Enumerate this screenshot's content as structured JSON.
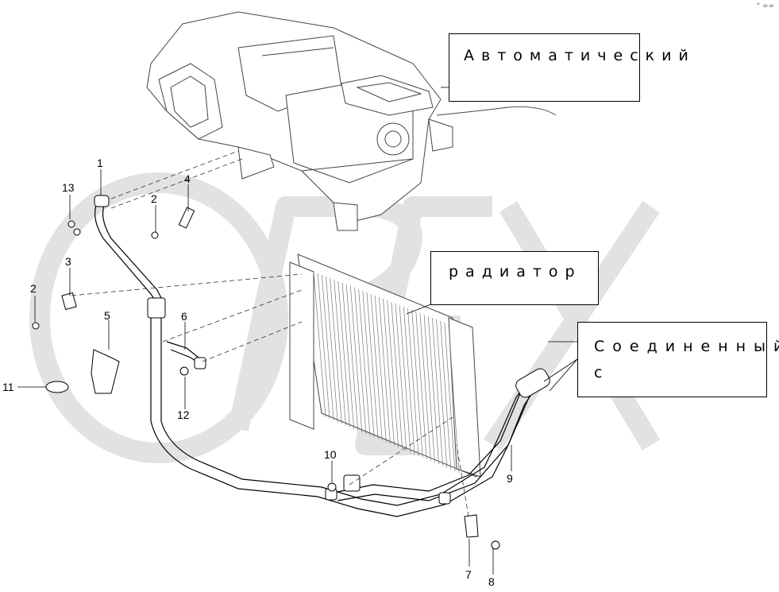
{
  "callouts": {
    "auto": "Автоматический",
    "radiator": "радиатор",
    "connected": "Соединенный с"
  },
  "part_numbers": [
    "1",
    "2",
    "2",
    "3",
    "4",
    "5",
    "6",
    "7",
    "8",
    "9",
    "10",
    "11",
    "12",
    "13"
  ],
  "corner_mark": "° ∞∞",
  "watermark_text": "OPEX",
  "colors": {
    "line": "#000000",
    "light_line": "#555555",
    "watermark": "#e6e6e6"
  }
}
